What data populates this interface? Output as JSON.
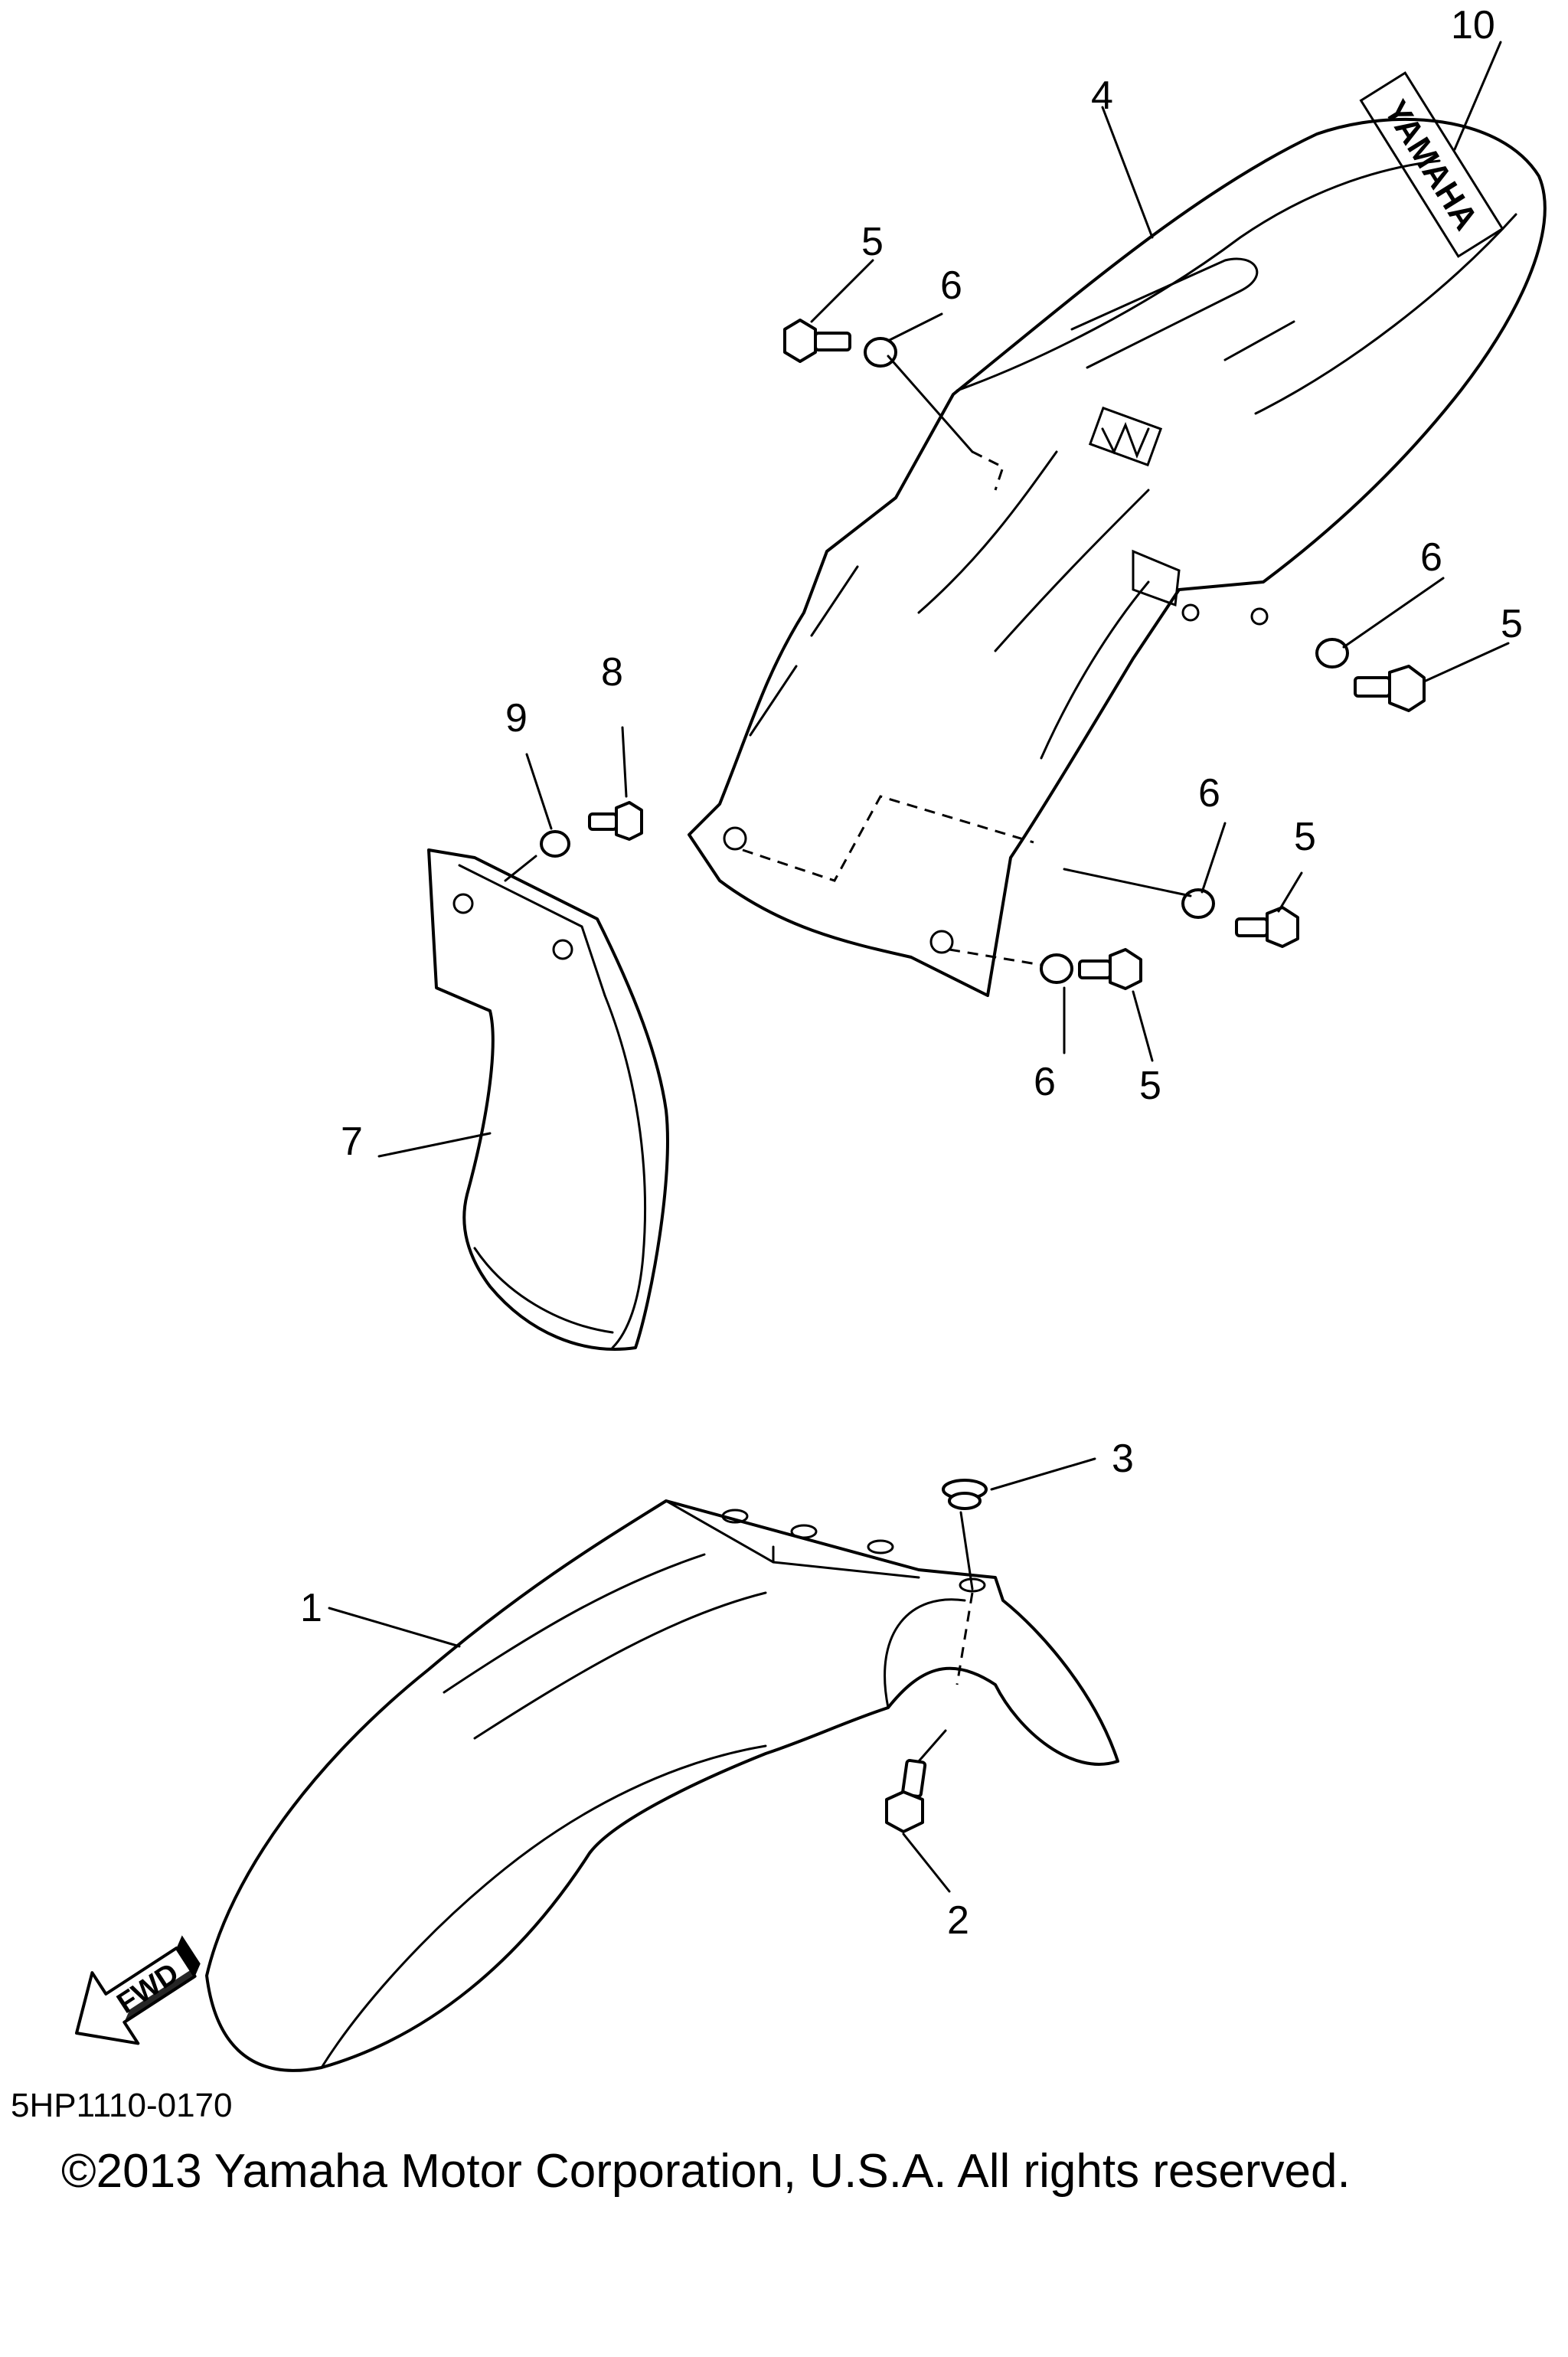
{
  "diagram": {
    "callouts": {
      "c1": "1",
      "c2": "2",
      "c3": "3",
      "c4": "4",
      "c5a": "5",
      "c5b": "5",
      "c5c": "5",
      "c5d": "5",
      "c6a": "6",
      "c6b": "6",
      "c6c": "6",
      "c6d": "6",
      "c7": "7",
      "c8": "8",
      "c9": "9",
      "c10": "10"
    },
    "logo_text": "YAMAHA",
    "fwd_label": "FWD",
    "diagram_code": "5HP1110-0170",
    "copyright": "©2013 Yamaha Motor Corporation, U.S.A. All rights reserved."
  }
}
